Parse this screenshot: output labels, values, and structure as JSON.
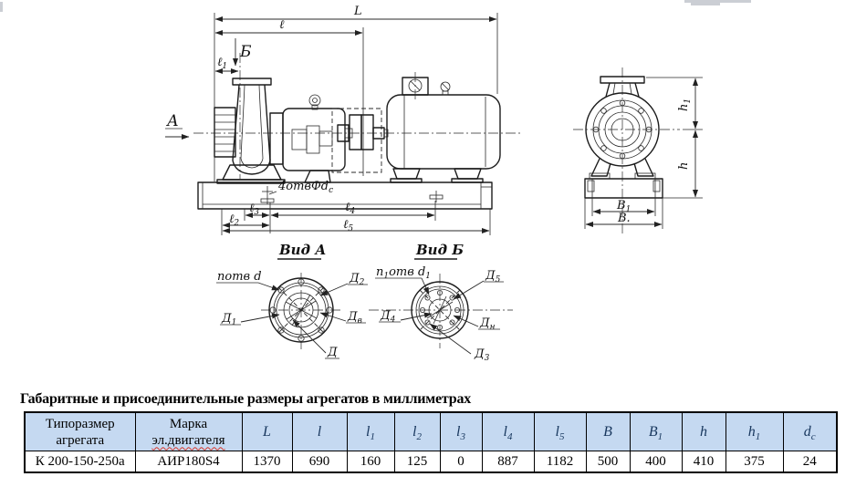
{
  "scan_artifacts": {
    "color": "#cbced4"
  },
  "drawing": {
    "side_view": {
      "view_arrow_a": "А",
      "view_arrow_b": "Б",
      "dims": {
        "L": {
          "b": "L",
          "s": ""
        },
        "l": {
          "b": "ℓ",
          "s": ""
        },
        "l1": {
          "b": "ℓ",
          "s": "1"
        },
        "l2": {
          "b": "ℓ",
          "s": "2"
        },
        "l3": {
          "b": "ℓ",
          "s": "3"
        },
        "l4": {
          "b": "ℓ",
          "s": "4"
        },
        "l5": {
          "b": "ℓ",
          "s": "5"
        }
      },
      "holes_note": {
        "b": "4отвФd",
        "s": "c"
      }
    },
    "front_view": {
      "dims": {
        "h": {
          "b": "h",
          "s": ""
        },
        "h1": {
          "b": "h",
          "s": "1"
        },
        "B": {
          "b": "В.",
          "s": ""
        },
        "B1": {
          "b": "В",
          "s": "1"
        }
      }
    },
    "view_a": {
      "title": "Вид А",
      "labels": {
        "holes": {
          "b": "nотв d",
          "s": ""
        },
        "d1": {
          "b": "Д",
          "s": "1"
        },
        "d2": {
          "b": "Д",
          "s": "2"
        },
        "dv": {
          "b": "Д",
          "s": "в"
        },
        "d": {
          "b": "Д",
          "s": ""
        }
      }
    },
    "view_b": {
      "title": "Вид Б",
      "labels": {
        "holes": {
          "p1": "n",
          "s1": "1",
          "p2": "отв d",
          "s2": "1"
        },
        "d4": {
          "b": "Д",
          "s": "4"
        },
        "d5": {
          "b": "Д",
          "s": "5"
        },
        "dn": {
          "b": "Д",
          "s": "н"
        },
        "d3": {
          "b": "Д",
          "s": "3"
        }
      }
    }
  },
  "table": {
    "title": "Габаритные и присоединительные размеры агрегатов в миллиметрах",
    "header_bg": "#c5d9f1",
    "headers": [
      {
        "l1": "Типоразмер",
        "l2": "агрегата"
      },
      {
        "l1": "Марка",
        "l2": "эл.двигателя"
      },
      {
        "b": "L",
        "s": ""
      },
      {
        "b": "l",
        "s": ""
      },
      {
        "b": "l",
        "s": "1"
      },
      {
        "b": "l",
        "s": "2"
      },
      {
        "b": "l",
        "s": "3"
      },
      {
        "b": "l",
        "s": "4"
      },
      {
        "b": "l",
        "s": "5"
      },
      {
        "b": "B",
        "s": ""
      },
      {
        "b": "B",
        "s": "1"
      },
      {
        "b": "h",
        "s": ""
      },
      {
        "b": "h",
        "s": "1"
      },
      {
        "b": "d",
        "s": "c"
      }
    ],
    "row": [
      "К 200-150-250а",
      "АИР180S4",
      "1370",
      "690",
      "160",
      "125",
      "0",
      "887",
      "1182",
      "500",
      "400",
      "410",
      "375",
      "24"
    ]
  }
}
